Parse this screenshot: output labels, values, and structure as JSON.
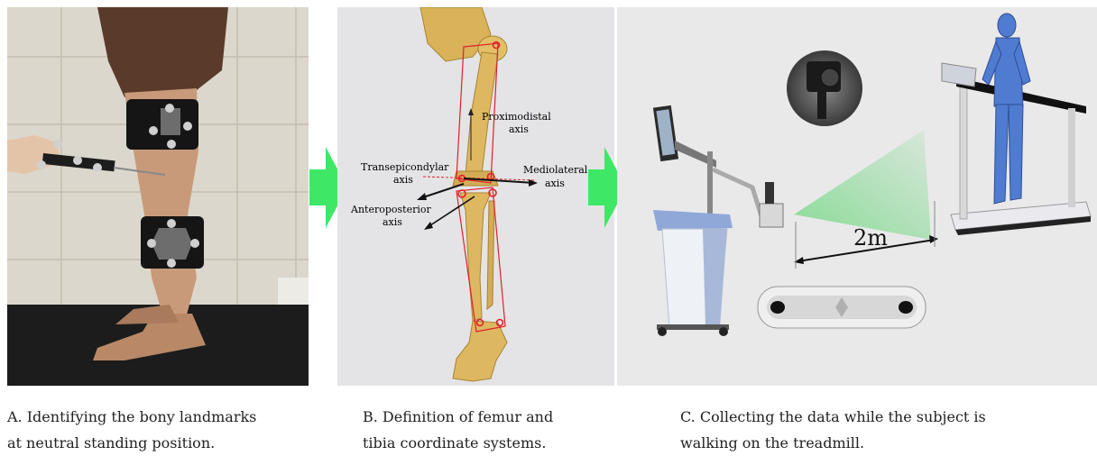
{
  "panels": {
    "a": {
      "caption_line1": "A. Identifying the bony landmarks",
      "caption_line2": "at neutral standing position."
    },
    "b": {
      "caption_line1": "B. Definition of femur and",
      "caption_line2": "tibia coordinate systems.",
      "labels": {
        "proximodistal_1": "Proximodistal",
        "proximodistal_2": "axis",
        "transepicondylar_1": "Transepicondylar",
        "transepicondylar_2": "axis",
        "mediolateral_1": "Mediolateral",
        "mediolateral_2": "axis",
        "anteroposterior_1": "Anteroposterior",
        "anteroposterior_2": "axis"
      }
    },
    "c": {
      "caption_line1": "C. Collecting the data while the subject is",
      "caption_line2": "walking on the treadmill.",
      "distance_label": "2m"
    }
  },
  "colors": {
    "flow_arrow": "#3ee866",
    "bone": "#d9b25a",
    "axis_box": "#e0202a",
    "figure": "#4f7bd1",
    "camera_beam": "#7ed98c"
  }
}
